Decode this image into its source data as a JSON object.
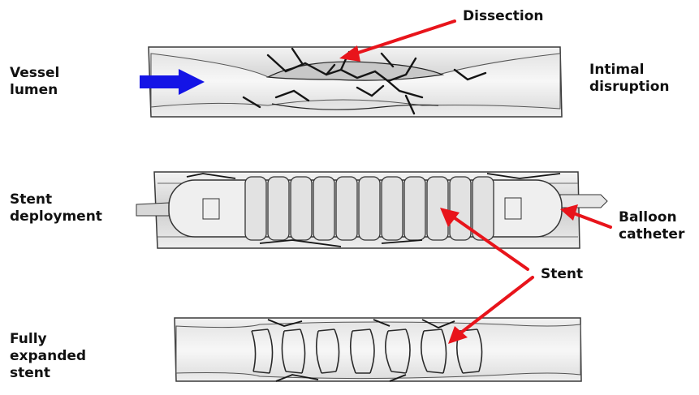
{
  "labels": {
    "dissection": "Dissection",
    "vessel_lumen": [
      "Vessel",
      "lumen"
    ],
    "intimal_disruption": [
      "Intimal",
      "disruption"
    ],
    "stent_deployment": [
      "Stent",
      "deployment"
    ],
    "balloon_catheter": [
      "Balloon",
      "catheter"
    ],
    "stent": "Stent",
    "fully_expanded_stent": [
      "Fully",
      "expanded",
      "stent"
    ]
  },
  "colors": {
    "arrow_red": "#e8141b",
    "flow_arrow_blue": "#1414e6",
    "vessel_fill": "#dcdcdc",
    "vessel_outline": "#3a3a3a",
    "crack": "#151515"
  }
}
